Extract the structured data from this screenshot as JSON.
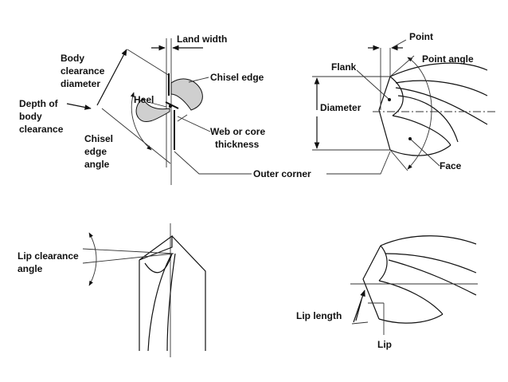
{
  "labels": {
    "land_width": "Land width",
    "body_clearance_diameter": [
      "Body",
      "clearance",
      "diameter"
    ],
    "depth_of_body_clearance": [
      "Depth of",
      "body",
      "clearance"
    ],
    "heel": "Heel",
    "chisel_edge": "Chisel edge",
    "chisel_edge_angle": [
      "Chisel",
      "edge",
      "angle"
    ],
    "web_or_core_thickness": [
      "Web or core",
      "thickness"
    ],
    "outer_corner": "Outer corner",
    "point": "Point",
    "point_angle": "Point angle",
    "flank": "Flank",
    "diameter": "Diameter",
    "face": "Face",
    "lip_clearance_angle": [
      "Lip clearance",
      "angle"
    ],
    "lip_length": "Lip length",
    "lip": "Lip"
  },
  "colors": {
    "ink": "#111111",
    "paper": "#ffffff",
    "shade": "#cfcfcf"
  }
}
